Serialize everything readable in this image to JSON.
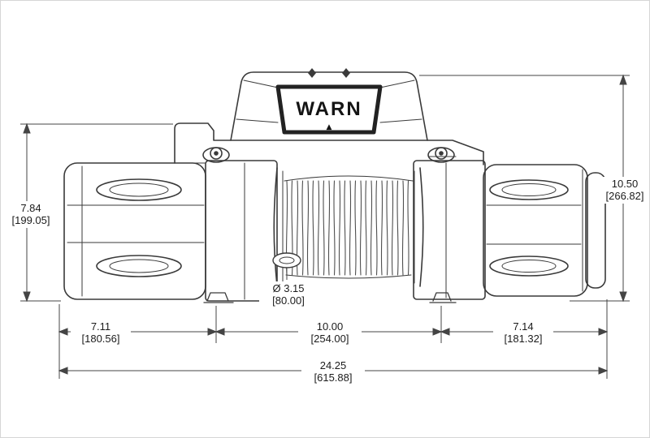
{
  "drawing": {
    "brand": "WARN",
    "pointer_mark": "▲"
  },
  "dimensions": {
    "left_height": {
      "in": "7.84",
      "mm": "[199.05]"
    },
    "right_height": {
      "in": "10.50",
      "mm": "[266.82]"
    },
    "bottom_left": {
      "in": "7.11",
      "mm": "[180.56]"
    },
    "bottom_center": {
      "in": "10.00",
      "mm": "[254.00]"
    },
    "bottom_right": {
      "in": "7.14",
      "mm": "[181.32]"
    },
    "overall_width": {
      "in": "24.25",
      "mm": "[615.88]"
    },
    "drum_diameter": {
      "in": "Ø 3.15",
      "mm": "[80.00]"
    }
  },
  "colors": {
    "line": "#3a3a3a",
    "dimension_line": "#444444",
    "text": "#1c1c1c",
    "background": "#ffffff"
  }
}
